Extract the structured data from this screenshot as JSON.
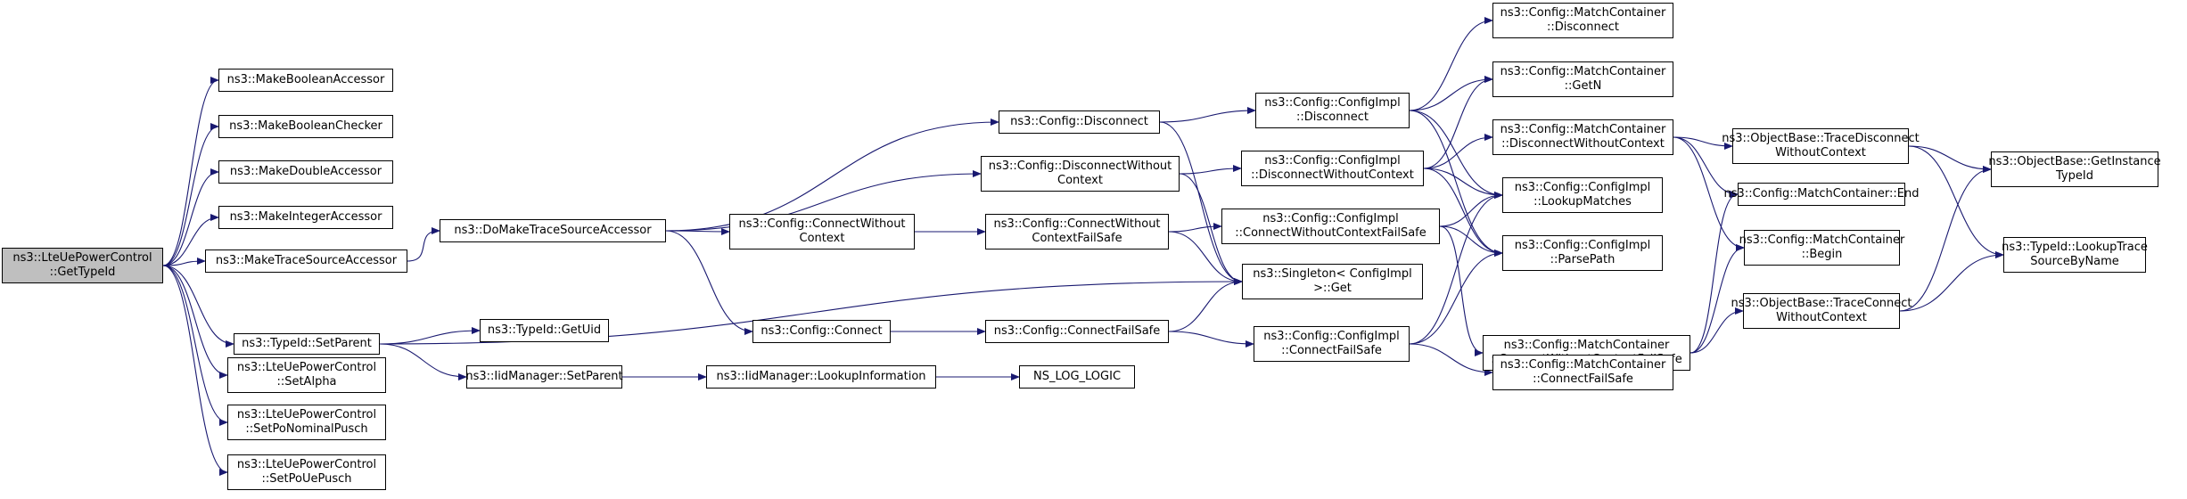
{
  "graph": {
    "colors": {
      "edge": "#191970",
      "node_border": "#000000",
      "root_fill": "#bfbfbf",
      "node_fill": "#ffffff"
    },
    "nodes": [
      {
        "id": "root",
        "lines": [
          "ns3::LteUePowerControl",
          "::GetTypeId"
        ]
      },
      {
        "id": "mba",
        "lines": [
          "ns3::MakeBooleanAccessor"
        ]
      },
      {
        "id": "mbc",
        "lines": [
          "ns3::MakeBooleanChecker"
        ]
      },
      {
        "id": "mda",
        "lines": [
          "ns3::MakeDoubleAccessor"
        ]
      },
      {
        "id": "mia",
        "lines": [
          "ns3::MakeIntegerAccessor"
        ]
      },
      {
        "id": "mtsa",
        "lines": [
          "ns3::MakeTraceSourceAccessor"
        ]
      },
      {
        "id": "tsp",
        "lines": [
          "ns3::TypeId::SetParent"
        ]
      },
      {
        "id": "sa",
        "lines": [
          "ns3::LteUePowerControl",
          "::SetAlpha"
        ]
      },
      {
        "id": "spnp",
        "lines": [
          "ns3::LteUePowerControl",
          "::SetPoNominalPusch"
        ]
      },
      {
        "id": "spup",
        "lines": [
          "ns3::LteUePowerControl",
          "::SetPoUePusch"
        ]
      },
      {
        "id": "dmtsa",
        "lines": [
          "ns3::DoMakeTraceSourceAccessor"
        ]
      },
      {
        "id": "tgu",
        "lines": [
          "ns3::TypeId::GetUid"
        ]
      },
      {
        "id": "imsp",
        "lines": [
          "ns3::IidManager::SetParent"
        ]
      },
      {
        "id": "cd",
        "lines": [
          "ns3::Config::Disconnect"
        ]
      },
      {
        "id": "cdwc",
        "lines": [
          "ns3::Config::DisconnectWithout",
          "Context"
        ]
      },
      {
        "id": "ccwc",
        "lines": [
          "ns3::Config::ConnectWithout",
          "Context"
        ]
      },
      {
        "id": "cc",
        "lines": [
          "ns3::Config::Connect"
        ]
      },
      {
        "id": "imli",
        "lines": [
          "ns3::IidManager::LookupInformation"
        ]
      },
      {
        "id": "ccwcfs",
        "lines": [
          "ns3::Config::ConnectWithout",
          "ContextFailSafe"
        ]
      },
      {
        "id": "ccfs",
        "lines": [
          "ns3::Config::ConnectFailSafe"
        ]
      },
      {
        "id": "nll",
        "lines": [
          "NS_LOG_LOGIC"
        ]
      },
      {
        "id": "cid",
        "lines": [
          "ns3::Config::ConfigImpl",
          "::Disconnect"
        ]
      },
      {
        "id": "ciddwc",
        "lines": [
          "ns3::Config::ConfigImpl",
          "::DisconnectWithoutContext"
        ]
      },
      {
        "id": "cicwcfs",
        "lines": [
          "ns3::Config::ConfigImpl",
          "::ConnectWithoutContextFailSafe"
        ]
      },
      {
        "id": "sg",
        "lines": [
          "ns3::Singleton< ConfigImpl",
          ">::Get"
        ]
      },
      {
        "id": "cicfs",
        "lines": [
          "ns3::Config::ConfigImpl",
          "::ConnectFailSafe"
        ]
      },
      {
        "id": "mcd",
        "lines": [
          "ns3::Config::MatchContainer",
          "::Disconnect"
        ]
      },
      {
        "id": "mcgn",
        "lines": [
          "ns3::Config::MatchContainer",
          "::GetN"
        ]
      },
      {
        "id": "mcdwc",
        "lines": [
          "ns3::Config::MatchContainer",
          "::DisconnectWithoutContext"
        ]
      },
      {
        "id": "cilm",
        "lines": [
          "ns3::Config::ConfigImpl",
          "::LookupMatches"
        ]
      },
      {
        "id": "cipp",
        "lines": [
          "ns3::Config::ConfigImpl",
          "::ParsePath"
        ]
      },
      {
        "id": "mccwcfs",
        "lines": [
          "ns3::Config::MatchContainer",
          "::ConnectWithoutContextFailSafe"
        ]
      },
      {
        "id": "mccfs",
        "lines": [
          "ns3::Config::MatchContainer",
          "::ConnectFailSafe"
        ]
      },
      {
        "id": "obtdwc",
        "lines": [
          "ns3::ObjectBase::TraceDisconnect",
          "WithoutContext"
        ]
      },
      {
        "id": "mce",
        "lines": [
          "ns3::Config::MatchContainer::End"
        ]
      },
      {
        "id": "mcb",
        "lines": [
          "ns3::Config::MatchContainer",
          "::Begin"
        ]
      },
      {
        "id": "obtcwc",
        "lines": [
          "ns3::ObjectBase::TraceConnect",
          "WithoutContext"
        ]
      },
      {
        "id": "obgit",
        "lines": [
          "ns3::ObjectBase::GetInstance",
          "TypeId"
        ]
      },
      {
        "id": "tlsbn",
        "lines": [
          "ns3::TypeId::LookupTrace",
          "SourceByName"
        ]
      }
    ],
    "edges": [
      [
        "root",
        "mba"
      ],
      [
        "root",
        "mbc"
      ],
      [
        "root",
        "mda"
      ],
      [
        "root",
        "mia"
      ],
      [
        "root",
        "mtsa"
      ],
      [
        "root",
        "tsp"
      ],
      [
        "root",
        "sa"
      ],
      [
        "root",
        "spnp"
      ],
      [
        "root",
        "spup"
      ],
      [
        "mtsa",
        "dmtsa"
      ],
      [
        "tsp",
        "tgu"
      ],
      [
        "tsp",
        "imsp"
      ],
      [
        "tsp",
        "sg"
      ],
      [
        "imsp",
        "imli"
      ],
      [
        "imli",
        "nll"
      ],
      [
        "dmtsa",
        "cd"
      ],
      [
        "dmtsa",
        "cdwc"
      ],
      [
        "dmtsa",
        "ccwc"
      ],
      [
        "dmtsa",
        "cc"
      ],
      [
        "ccwc",
        "ccwcfs"
      ],
      [
        "cc",
        "ccfs"
      ],
      [
        "cd",
        "cid"
      ],
      [
        "cd",
        "sg"
      ],
      [
        "cdwc",
        "ciddwc"
      ],
      [
        "cdwc",
        "sg"
      ],
      [
        "ccwcfs",
        "cicwcfs"
      ],
      [
        "ccwcfs",
        "sg"
      ],
      [
        "ccfs",
        "cicfs"
      ],
      [
        "ccfs",
        "sg"
      ],
      [
        "cid",
        "mcd"
      ],
      [
        "cid",
        "mcgn"
      ],
      [
        "cid",
        "cilm"
      ],
      [
        "cid",
        "cipp"
      ],
      [
        "ciddwc",
        "mcgn"
      ],
      [
        "ciddwc",
        "mcdwc"
      ],
      [
        "ciddwc",
        "cilm"
      ],
      [
        "ciddwc",
        "cipp"
      ],
      [
        "cicwcfs",
        "cilm"
      ],
      [
        "cicwcfs",
        "cipp"
      ],
      [
        "cicwcfs",
        "mccwcfs"
      ],
      [
        "cicfs",
        "cilm"
      ],
      [
        "cicfs",
        "cipp"
      ],
      [
        "cicfs",
        "mccfs"
      ],
      [
        "mcdwc",
        "obtdwc"
      ],
      [
        "mcdwc",
        "mce"
      ],
      [
        "mcdwc",
        "mcb"
      ],
      [
        "mccwcfs",
        "mce"
      ],
      [
        "mccwcfs",
        "mcb"
      ],
      [
        "mccwcfs",
        "obtcwc"
      ],
      [
        "obtdwc",
        "obgit"
      ],
      [
        "obtdwc",
        "tlsbn"
      ],
      [
        "obtcwc",
        "obgit"
      ],
      [
        "obtcwc",
        "tlsbn"
      ]
    ]
  }
}
